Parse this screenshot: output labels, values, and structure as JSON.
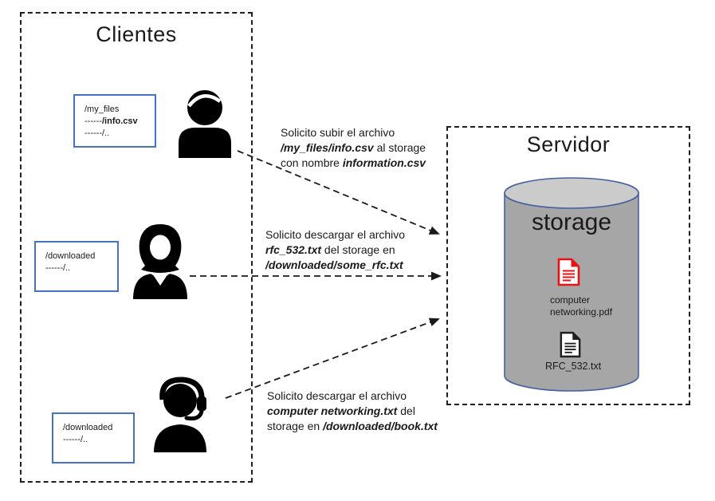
{
  "clients_panel": {
    "title": "Clientes",
    "clients": [
      {
        "icon": "person-man-icon",
        "folder": [
          [
            {
              "text": "/my_files"
            }
          ],
          [
            {
              "text": "------"
            },
            {
              "text": "/info.csv",
              "style": "b"
            }
          ],
          [
            {
              "text": "------/.."
            }
          ]
        ]
      },
      {
        "icon": "person-woman-icon",
        "folder": [
          [
            {
              "text": "/downloaded"
            }
          ],
          [
            {
              "text": "------/.."
            }
          ]
        ]
      },
      {
        "icon": "person-headset-icon",
        "folder": [
          [
            {
              "text": "/downloaded"
            }
          ],
          [
            {
              "text": "------/.."
            }
          ]
        ]
      }
    ]
  },
  "server_panel": {
    "title": "Servidor",
    "storage_label": "storage",
    "files": [
      {
        "icon": "pdf-file-icon",
        "color": "#e81313",
        "name": [
          [
            {
              "text": "computer"
            }
          ],
          [
            {
              "text": "networking.pdf"
            }
          ]
        ]
      },
      {
        "icon": "txt-file-icon",
        "color": "#1f1f1f",
        "name": [
          [
            {
              "text": "RFC_532.txt"
            }
          ]
        ]
      }
    ]
  },
  "messages": [
    {
      "lines": [
        [
          {
            "text": "Solicito subir el archivo"
          }
        ],
        [
          {
            "text": "/my_files/info.csv",
            "style": "bi"
          },
          {
            "text": " al storage"
          }
        ],
        [
          {
            "text": "con nombre "
          },
          {
            "text": "information.csv",
            "style": "bi"
          }
        ]
      ]
    },
    {
      "lines": [
        [
          {
            "text": "Solicito descargar el archivo"
          }
        ],
        [
          {
            "text": "rfc_532.txt",
            "style": "bi"
          },
          {
            "text": " del storage en"
          }
        ],
        [
          {
            "text": "/downloaded/some_rfc.txt",
            "style": "bi"
          }
        ]
      ]
    },
    {
      "lines": [
        [
          {
            "text": "Solicito descargar el archivo"
          }
        ],
        [
          {
            "text": "computer networking.txt",
            "style": "bi"
          },
          {
            "text": " del"
          }
        ],
        [
          {
            "text": "storage en "
          },
          {
            "text": "/downloaded/book.txt",
            "style": "bi"
          }
        ]
      ]
    }
  ],
  "colors": {
    "folder_box_border": "#4472c4",
    "cylinder_body": "#a6a6a6",
    "cylinder_top": "#cbcbcb",
    "cylinder_stroke": "#44619d",
    "arrow": "#1a1a1a",
    "pdf_icon": "#e81313",
    "txt_icon": "#1f1f1f"
  }
}
